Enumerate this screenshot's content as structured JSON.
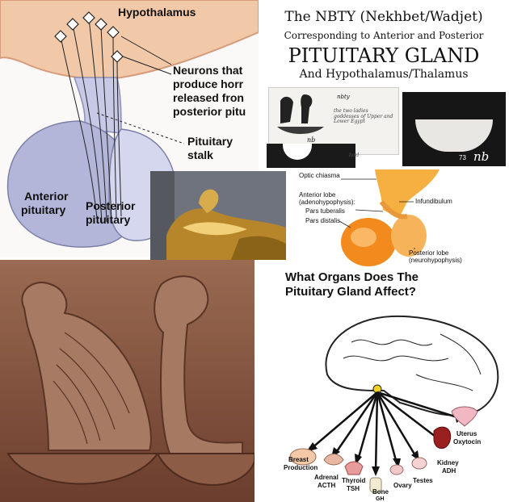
{
  "collage": {
    "pituitary_diagram": {
      "hypothalamus": "Hypothalamus",
      "neurons_line1": "Neurons that",
      "neurons_line2": "produce horr",
      "neurons_line3": "released fron",
      "neurons_line4": "posterior pitu",
      "stalk_line1": "Pituitary",
      "stalk_line2": "stalk",
      "anterior_line1": "Anterior",
      "anterior_line2": "pituitary",
      "posterior_line1": "Posterior",
      "posterior_line2": "pituitary"
    },
    "nbty_title": {
      "line1": "The NBTY (Nekhbet/Wadjet)",
      "line2": "Corresponding to Anterior and Posterior",
      "line3": "PITUITARY GLAND",
      "line4": "And Hypothalamus/Thalamus",
      "tile_nb": "nb",
      "tile_number": "73",
      "tile_nb_large": "nb",
      "tile_note": "the two ladies goddesses of Upper and Lower Egypt",
      "tile_lord": "lord",
      "tile_nbty": "nbty"
    },
    "anatomy_labels": {
      "optic_chiasma": "Optic chiasma",
      "anterior_lobe_1": "Anterior lobe",
      "anterior_lobe_2": "(adenohypophysis):",
      "pars_tuberalis": "Pars tuberalis",
      "pars_distalis": "Pars distalis",
      "infundibulum": "Infundibulum",
      "posterior_lobe_1": "Posterior lobe",
      "posterior_lobe_2": "(neurohypophysis)"
    },
    "organs": {
      "title_line1": "What Organs Does The",
      "title_line2": "Pituitary Gland Affect?",
      "breast_1": "Breast",
      "breast_2": "Production",
      "adrenal_1": "Adrenal",
      "adrenal_2": "ACTH",
      "thyroid_1": "Thyroid",
      "thyroid_2": "TSH",
      "bone_1": "Bone",
      "bone_2": "GH",
      "ovary": "Ovary",
      "testes": "Testes",
      "kidney_1": "Kidney",
      "kidney_2": "ADH",
      "uterus_1": "Uterus",
      "uterus_2": "Oxytocin"
    },
    "colors": {
      "hypothalamus_peach": "#f2c9a8",
      "gland_lilac": "#b3b6d9",
      "gold": "#c99a2e",
      "relief_stone": "#8a5a44",
      "orange_gland": "#f28a1e"
    }
  }
}
